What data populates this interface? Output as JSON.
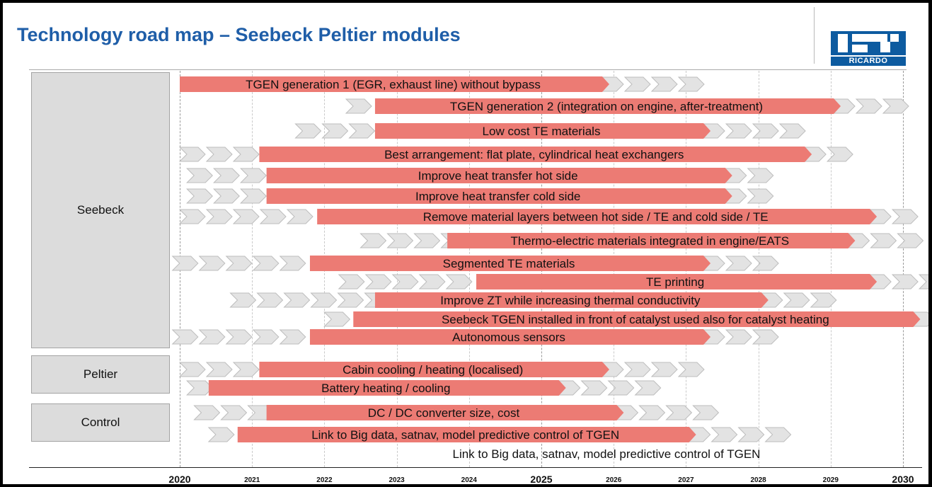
{
  "title": "Technology road map – Seebeck Peltier modules",
  "logo": {
    "text": "RICARDO"
  },
  "groups": [
    {
      "label": "Seebeck"
    },
    {
      "label": "Peltier"
    },
    {
      "label": "Control"
    }
  ],
  "axis": {
    "ticks": [
      "2020",
      "2021",
      "2022",
      "2023",
      "2024",
      "2025",
      "2026",
      "2027",
      "2028",
      "2029",
      "2030"
    ],
    "major": [
      "2020",
      "2025",
      "2030"
    ]
  },
  "colors": {
    "bar": "#ec7b74",
    "chevron": "#e3e3e3",
    "chevron_stroke": "#bdbdbd",
    "title": "#1f5ea8",
    "logo": "#0d5ba0"
  },
  "chart_data": {
    "type": "gantt",
    "x_range": [
      2020,
      2030
    ],
    "rows": [
      {
        "group": "Seebeck",
        "label": "TGEN generation 1 (EGR, exhaust line) without bypass",
        "start": 2020,
        "end": 2025.9,
        "extend_to": 2027.3
      },
      {
        "group": "Seebeck",
        "label": "TGEN generation 2 (integration on engine, after-treatment)",
        "start": 2022.7,
        "end": 2029.1,
        "extend_to": 2029.9,
        "lead_from": 2022.3
      },
      {
        "group": "Seebeck",
        "label": "Low cost TE materials",
        "start": 2022.7,
        "end": 2027.3,
        "extend_to": 2028.6,
        "lead_from": 2021.6
      },
      {
        "group": "Seebeck",
        "label": "Best arrangement: flat plate, cylindrical heat exchangers",
        "start": 2021.1,
        "end": 2028.7,
        "extend_to": 2029.3,
        "lead_from": 2020
      },
      {
        "group": "Seebeck",
        "label": "Improve heat transfer hot side",
        "start": 2021.2,
        "end": 2027.6,
        "extend_to": 2028.1,
        "lead_from": 2020.1
      },
      {
        "group": "Seebeck",
        "label": "Improve heat transfer cold side",
        "start": 2021.2,
        "end": 2027.6,
        "extend_to": 2028.1,
        "lead_from": 2020.1
      },
      {
        "group": "Seebeck",
        "label": "Remove material layers between hot side / TE and cold side / TE",
        "start": 2021.9,
        "end": 2029.6,
        "extend_to": 2030.1,
        "lead_from": 2020
      },
      {
        "group": "Seebeck",
        "label": "Thermo-electric materials integrated in engine/EATS",
        "start": 2023.7,
        "end": 2029.3,
        "extend_to": 2030.1,
        "lead_from": 2022.5
      },
      {
        "group": "Seebeck",
        "label": "Segmented TE materials",
        "start": 2021.8,
        "end": 2027.3,
        "extend_to": 2028.1,
        "lead_from": 2019.9
      },
      {
        "group": "Seebeck",
        "label": "TE printing",
        "start": 2024.1,
        "end": 2029.6,
        "extend_to": 2030.4,
        "lead_from": 2022.2
      },
      {
        "group": "Seebeck",
        "label": "Improve ZT while increasing thermal conductivity",
        "start": 2022.7,
        "end": 2028.1,
        "extend_to": 2029,
        "lead_from": 2020.7
      },
      {
        "group": "Seebeck",
        "label": "Seebeck TGEN installed in front of catalyst used also for catalyst heating",
        "start": 2022.4,
        "end": 2030.2,
        "extend_to": 2030.4,
        "lead_from": 2022.0
      },
      {
        "group": "Seebeck",
        "label": "Autonomous sensors",
        "start": 2021.8,
        "end": 2027.3,
        "extend_to": 2028.2,
        "lead_from": 2019.9
      },
      {
        "group": "Peltier",
        "label": "Cabin cooling / heating (localised)",
        "start": 2021.1,
        "end": 2025.9,
        "extend_to": 2027.2,
        "lead_from": 2020
      },
      {
        "group": "Peltier",
        "label": "Battery heating / cooling",
        "start": 2020.4,
        "end": 2025.3,
        "extend_to": 2026.6,
        "lead_from": 2020.1
      },
      {
        "group": "Control",
        "label": "DC / DC converter size, cost",
        "start": 2021.2,
        "end": 2026.1,
        "extend_to": 2027.4,
        "lead_from": 2020.2
      },
      {
        "group": "Control",
        "label": "Link to Big data, satnav, model predictive control of TGEN",
        "start": 2020.8,
        "end": 2027.1,
        "extend_to": 2028.4,
        "lead_from": 2020.4
      }
    ],
    "footnote": "Link to Big data, satnav, model predictive control of TGEN"
  }
}
